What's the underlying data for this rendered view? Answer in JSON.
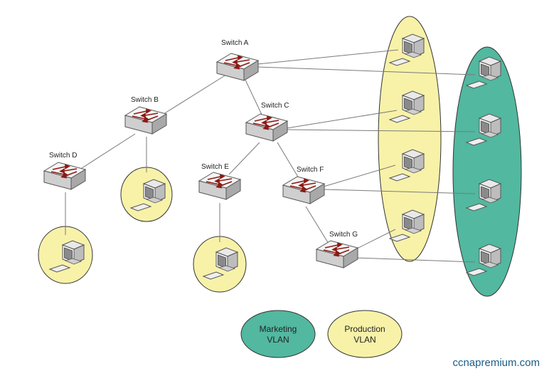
{
  "switches": [
    {
      "id": "A",
      "label": "Switch A"
    },
    {
      "id": "B",
      "label": "Switch B"
    },
    {
      "id": "C",
      "label": "Switch C"
    },
    {
      "id": "D",
      "label": "Switch D"
    },
    {
      "id": "E",
      "label": "Switch E"
    },
    {
      "id": "F",
      "label": "Switch F"
    },
    {
      "id": "G",
      "label": "Switch G"
    }
  ],
  "legend": {
    "marketing": {
      "line1": "Marketing",
      "line2": "VLAN",
      "color": "#52b8a0"
    },
    "production": {
      "line1": "Production",
      "line2": "VLAN",
      "color": "#f7f2a8"
    }
  },
  "watermark": "ccnapremium.com",
  "colors": {
    "marketing_vlan": "#52b8a0",
    "production_vlan": "#f7f2a8",
    "switch_arrow": "#8c1a14",
    "link": "#7a7a7a"
  }
}
